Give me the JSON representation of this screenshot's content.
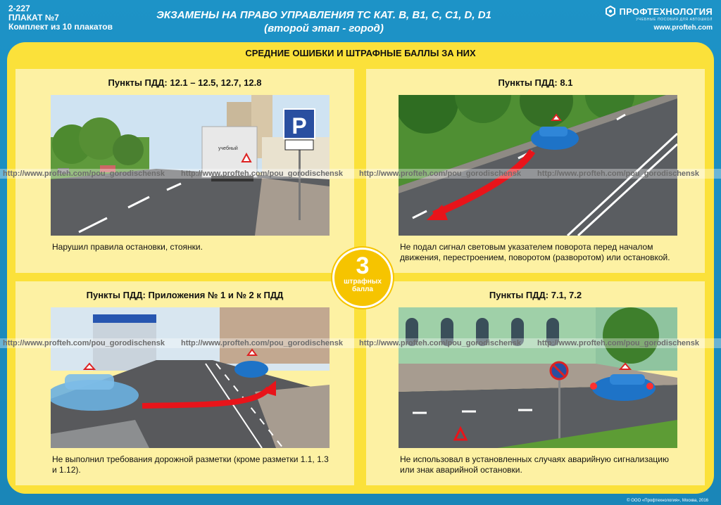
{
  "header": {
    "code": "2-227",
    "poster": "ПЛАКАТ №7",
    "set": "Комплект из 10 плакатов",
    "title_line1": "ЭКЗАМЕНЫ НА ПРАВО УПРАВЛЕНИЯ ТС КАТ. B, B1, C, C1, D, D1",
    "title_line2": "(второй этап - город)",
    "logo_name": "ПРОФТЕХНОЛОГИЯ",
    "logo_sub": "УЧЕБНЫЕ ПОСОБИЯ ДЛЯ АВТОШКОЛ",
    "logo_url": "www.profteh.com"
  },
  "subtitle": "СРЕДНИЕ ОШИБКИ И ШТРАФНЫЕ БАЛЛЫ ЗА НИХ",
  "cards": [
    {
      "rules": "Пункты ПДД: 12.1 – 12.5, 12.7, 12.8",
      "text": "Нарушил правила остановки, стоянки."
    },
    {
      "rules": "Пункты ПДД:  8.1",
      "text": "Не подал сигнал световым указателем поворота перед началом движения, перестроением, поворотом (разворотом) или остановкой."
    },
    {
      "rules": "Пункты ПДД: Приложения № 1 и № 2  к ПДД",
      "text": "Не выполнил требования дорожной разметки (кроме разметки 1.1, 1.3 и 1.12)."
    },
    {
      "rules": "Пункты ПДД: 7.1, 7.2",
      "text": "Не использовал в установленных случаях аварийную сигнализацию или знак аварийной остановки."
    }
  ],
  "badge": {
    "value": "3",
    "label1": "штрафных",
    "label2": "балла"
  },
  "scene_text": {
    "parking_sign": "P",
    "truck_label": "учебный"
  },
  "watermark": "http://www.profteh.com/pou_gorodischensk",
  "footer": "© ООО «Профтехнология», Москва, 2016",
  "colors": {
    "background": "#1b8fc0",
    "panel": "#fbe13a",
    "card": "#fdf1a3",
    "badge": "#f6c400"
  }
}
